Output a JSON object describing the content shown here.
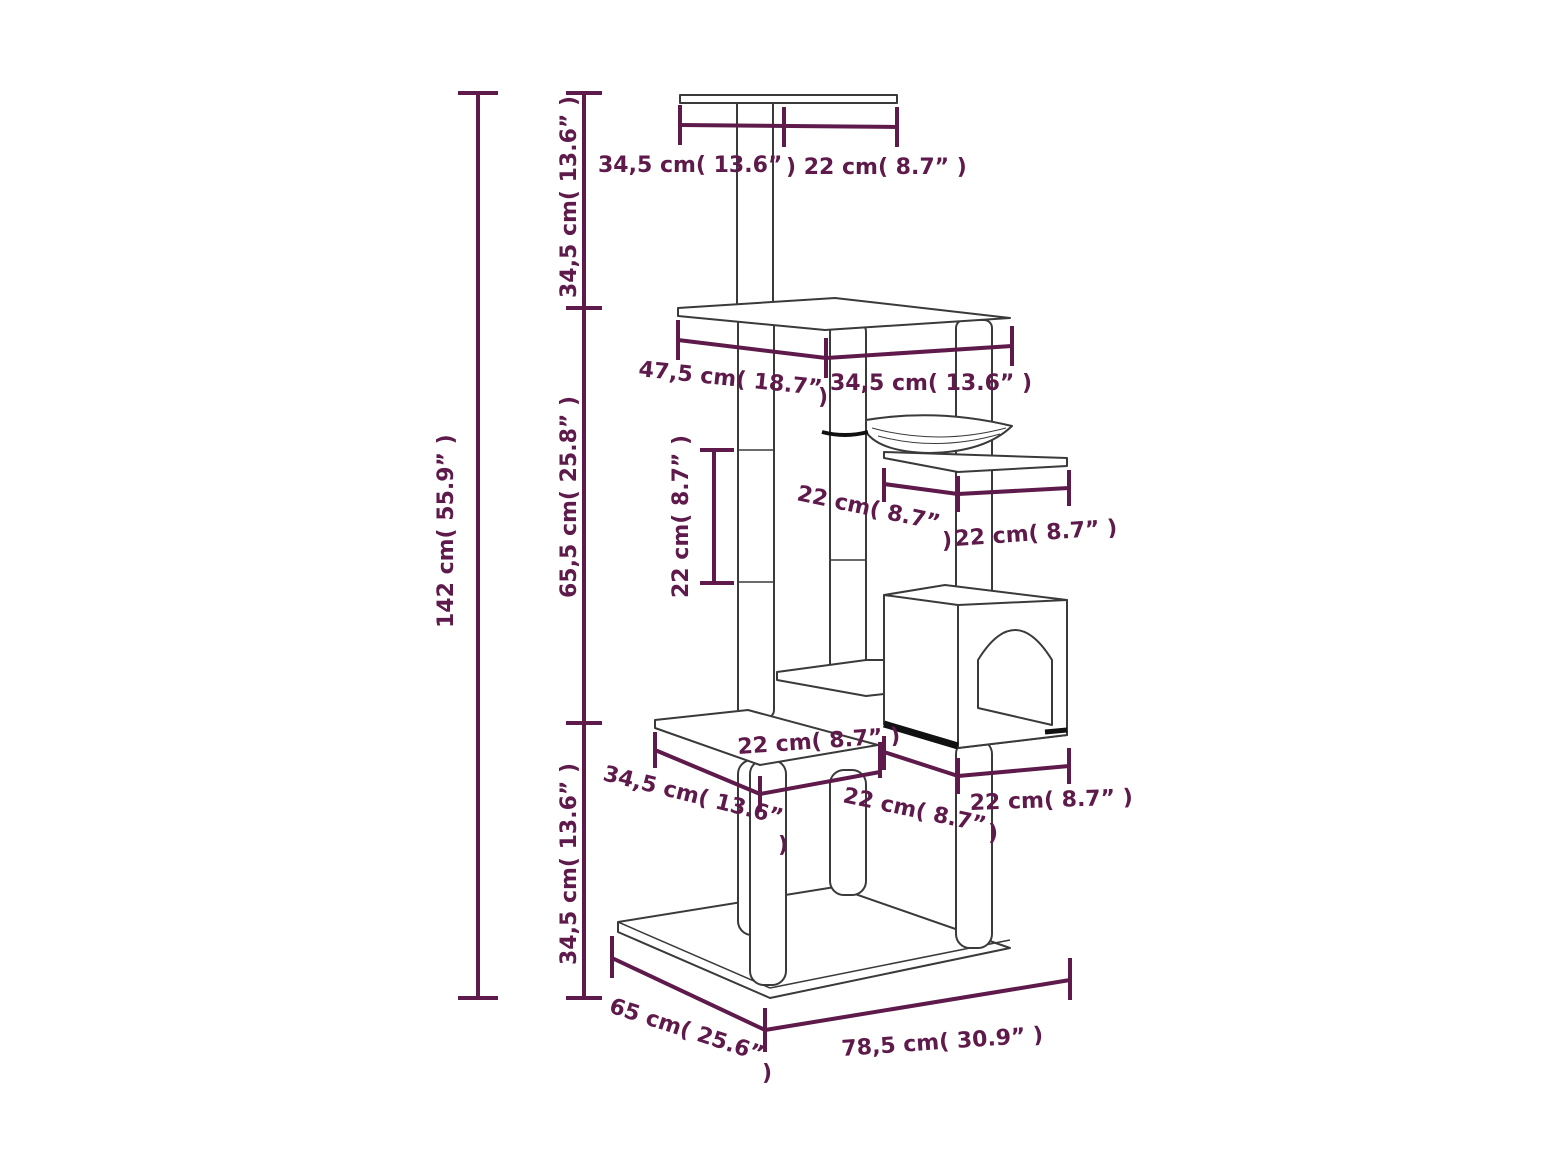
{
  "colors": {
    "dimension": "#5e1a4a",
    "outline": "#3a3a3a",
    "accent": "#111111"
  },
  "dimensions": {
    "total_height": "142 cm( 55.9” )",
    "top_section_height": "34,5 cm( 13.6” )",
    "middle_section_height": "65,5 cm( 25.8” )",
    "bottom_section_height": "34,5 cm( 13.6” )",
    "scratch_post_height": "22 cm( 8.7” )",
    "top_platform_width": "34,5 cm( 13.6”",
    "top_platform_depth": ") 22 cm( 8.7” )",
    "upper_platform_width": "47,5 cm( 18.7”",
    "upper_platform_width_close": ")",
    "upper_platform_depth": "34,5 cm( 13.6” )",
    "side_platform_width": "22 cm( 8.7”",
    "side_platform_width_close": ")",
    "side_platform_depth": "22 cm( 8.7” )",
    "small_step_depth": "22 cm( 8.7” )",
    "lower_platform_width": "34,5 cm( 13.6”",
    "lower_platform_width_close": ")",
    "condo_width": "22 cm( 8.7”",
    "condo_width_close": ")",
    "condo_depth": "22 cm( 8.7” )",
    "base_depth": "65 cm( 25.6”",
    "base_depth_close": ")",
    "base_width": "78,5 cm( 30.9” )"
  }
}
